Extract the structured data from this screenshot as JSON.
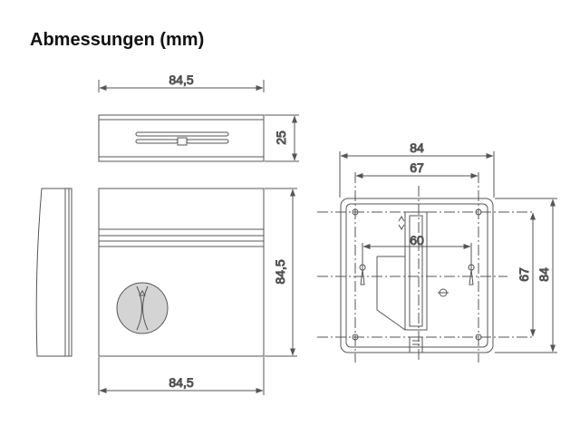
{
  "title": "Abmessungen (mm)",
  "dimensions": {
    "top_view_width": "84,5",
    "top_view_height": "25",
    "front_view_height": "84,5",
    "front_view_width": "84,5",
    "back_view_width": "84",
    "back_view_hole_spacing": "67",
    "back_view_inner": "60",
    "back_view_vertical_hole_spacing": "67",
    "back_view_height": "84"
  },
  "colors": {
    "line": "#555555",
    "knob_fill": "#d4d4d4"
  }
}
